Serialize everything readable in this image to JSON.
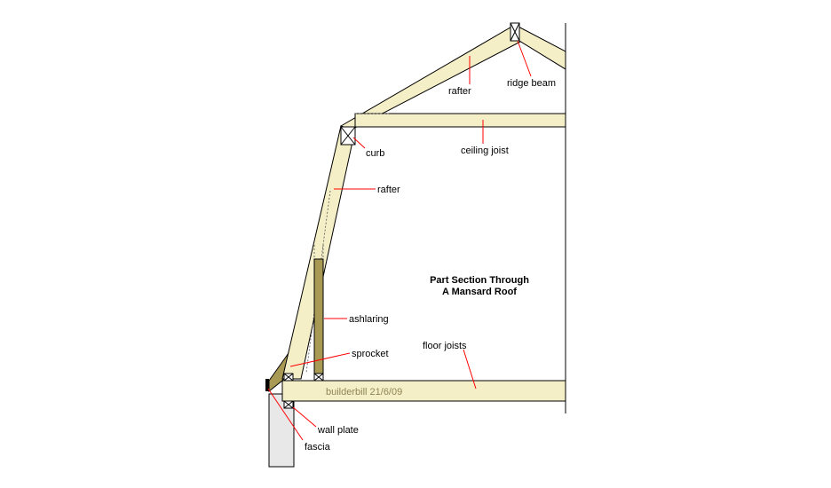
{
  "title": {
    "line1": "Part Section Through",
    "line2": "A Mansard Roof"
  },
  "labels": {
    "rafter_upper": "rafter",
    "ridge_beam": "ridge beam",
    "curb": "curb",
    "ceiling_joist": "ceiling joist",
    "rafter_lower": "rafter",
    "ashlaring": "ashlaring",
    "sprocket": "sprocket",
    "floor_joists": "floor joists",
    "wall_plate": "wall plate",
    "fascia": "fascia"
  },
  "signature": "builderbill 21/6/09",
  "colors": {
    "timber": "#f5efc8",
    "timber_dark": "#a89a55",
    "wall": "#e8e8e8",
    "arrow": "#ff0000",
    "signature": "#8f8455"
  }
}
